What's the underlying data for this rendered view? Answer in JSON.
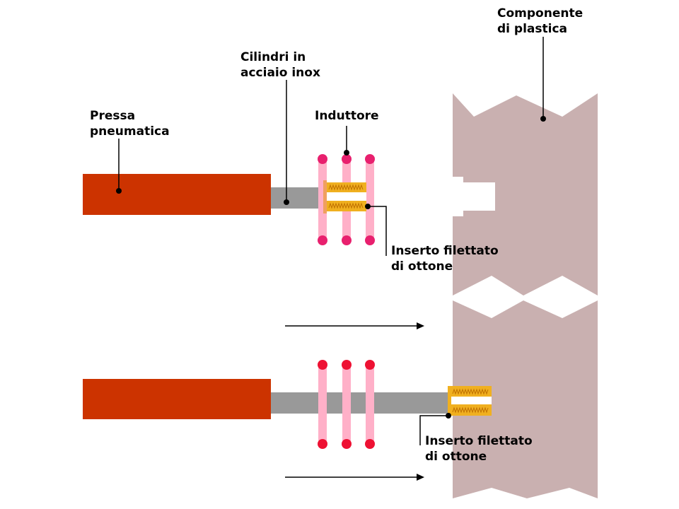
{
  "labels": {
    "plastic_component": [
      "Componente",
      "di plastica"
    ],
    "steel_cylinders": [
      "Cilindri in",
      "acciaio inox"
    ],
    "pneumatic_press": [
      "Pressa",
      "pneumatica"
    ],
    "inductor": [
      "Induttore"
    ],
    "brass_insert_top": [
      "Inserto filettato",
      "di ottone"
    ],
    "brass_insert_bottom": [
      "Inserto filettato",
      "di ottone"
    ]
  },
  "colors": {
    "press": "#cc3300",
    "rod": "#999999",
    "plastic": "#c9b0b0",
    "coil": "#ffb0c8",
    "coil_dot_top": "#e8206e",
    "coil_dot_bottom": "#ee1133",
    "insert": "#f0b020",
    "spring": "#c07000",
    "line": "#000000"
  },
  "icons": [
    "arrow-right-icon",
    "spring-thread-icon"
  ]
}
